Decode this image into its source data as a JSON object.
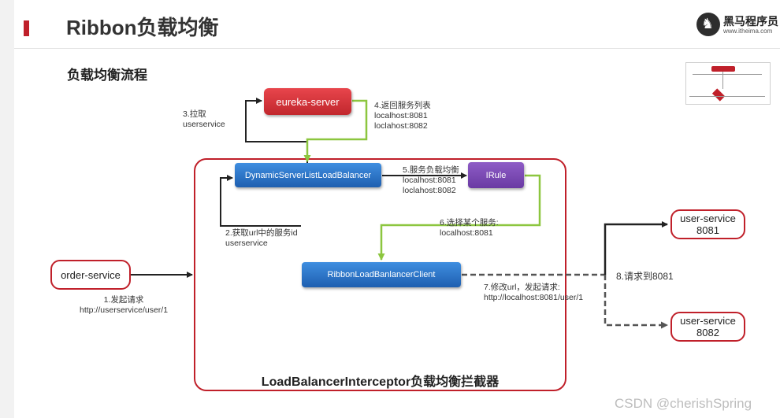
{
  "header": {
    "title": "Ribbon负载均衡",
    "logo": {
      "name": "黑马程序员",
      "url": "www.itheima.com"
    }
  },
  "section_title": "负载均衡流程",
  "container": {
    "caption": "LoadBalancerInterceptor负载均衡拦截器"
  },
  "nodes": {
    "eureka_server": "eureka-server",
    "dynamic_lb": "DynamicServerListLoadBalancer",
    "irule": "IRule",
    "ribbon_client": "RibbonLoadBanlancerClient",
    "order_service": "order-service",
    "user_service_8081": {
      "name": "user-service",
      "port": "8081"
    },
    "user_service_8082": {
      "name": "user-service",
      "port": "8082"
    }
  },
  "steps": {
    "step1": {
      "title": "1.发起请求",
      "detail": "http://userservice/user/1"
    },
    "step2": {
      "title": "2.获取url中的服务id",
      "detail": "userservice"
    },
    "step3": {
      "title": "3.拉取",
      "detail": "userservice"
    },
    "step4": {
      "title": "4.返回服务列表",
      "line1": "localhost:8081",
      "line2": "loclahost:8082"
    },
    "step5": {
      "title": "5.服务负载均衡",
      "line1": "localhost:8081",
      "line2": "loclahost:8082"
    },
    "step6": {
      "title": "6.选择某个服务:",
      "detail": "localhost:8081"
    },
    "step7": {
      "title": "7.修改url，发起请求:",
      "detail": "http://localhost:8081/user/1"
    },
    "step8": {
      "title": "8.请求到8081"
    }
  },
  "watermark": "CSDN @cherishSpring",
  "colors": {
    "accent_red": "#c0202a",
    "eureka_red": "#d1343a",
    "node_blue": "#2a6fc4",
    "node_purple": "#7a48b3",
    "arrow_green": "#8cc63f",
    "arrow_black": "#222222",
    "dashed_gray": "#555555"
  }
}
